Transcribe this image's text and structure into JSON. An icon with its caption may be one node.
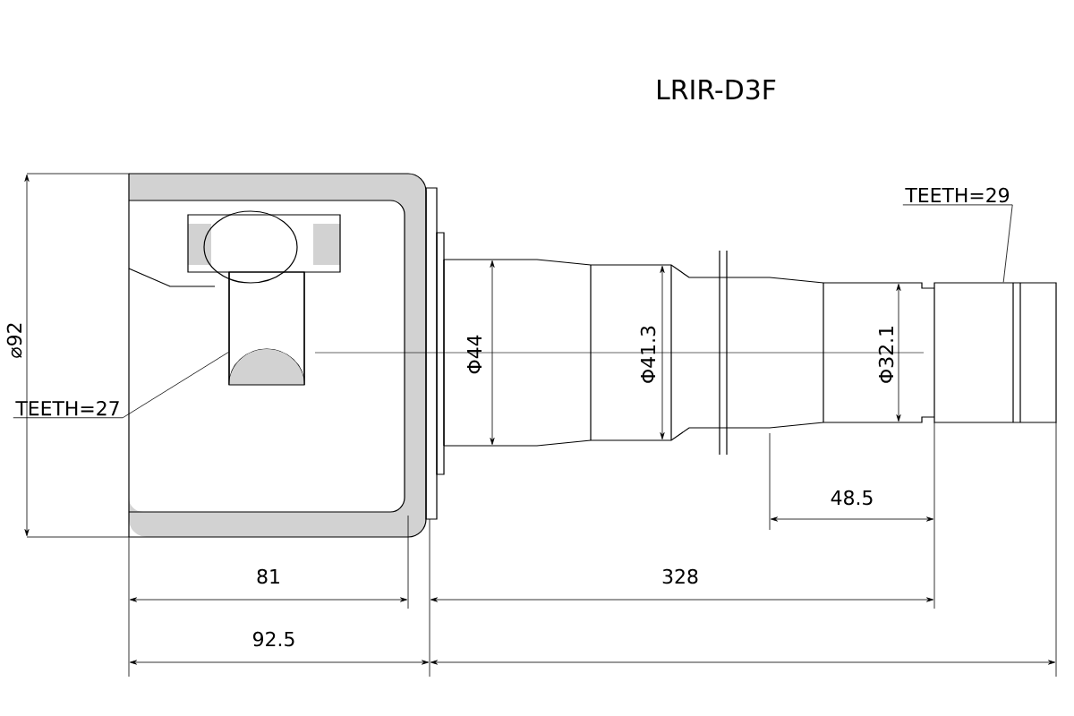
{
  "diagram": {
    "title": "LRIR-D3F",
    "nodes": [
      {
        "text": [
          "TEETH=27"
        ]
      },
      {
        "text": [],
        "shape": "box"
      },
      {
        "text": [
          "TEETH=29"
        ]
      },
      {
        "text": [],
        "shape": "box"
      }
    ],
    "edges": [
      {
        "from": 0,
        "to": 1,
        "arrow": "none"
      },
      {
        "from": 2,
        "to": 3,
        "arrow": "none"
      }
    ],
    "labels": [
      "⌀92",
      "Φ44",
      "Φ41.3",
      "Φ32.1",
      "48.5",
      "81",
      "328",
      "92.5"
    ]
  }
}
